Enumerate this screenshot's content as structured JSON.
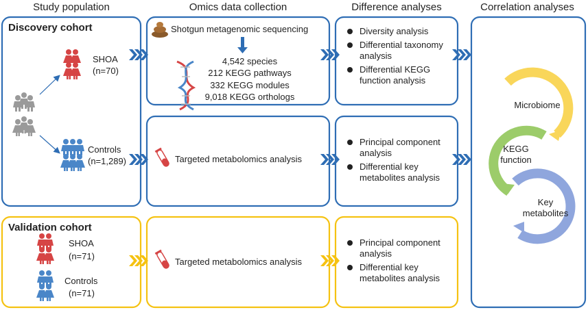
{
  "headers": {
    "study_population": "Study population",
    "omics": "Omics data collection",
    "difference": "Difference analyses",
    "correlation": "Correlation analyses"
  },
  "discovery": {
    "title": "Discovery cohort",
    "shoa_label": "SHOA",
    "shoa_n": "(n=70)",
    "controls_label": "Controls",
    "controls_n": "(n=1,289)"
  },
  "validation": {
    "title": "Validation cohort",
    "shoa_label": "SHOA",
    "shoa_n": "(n=71)",
    "controls_label": "Controls",
    "controls_n": "(n=71)"
  },
  "omics": {
    "shotgun": "Shotgun metagenomic sequencing",
    "species": "4,542 species",
    "pathways": "212 KEGG pathways",
    "modules": "332 KEGG modules",
    "orthologs": "9,018 KEGG orthologs",
    "metabolomics_discovery": "Targeted metabolomics analysis",
    "metabolomics_validation": "Targeted metabolomics analysis"
  },
  "difference": {
    "box1": [
      "Diversity analysis",
      "Differential taxonomy analysis",
      "Differential KEGG function analysis"
    ],
    "box2": [
      "Principal component analysis",
      "Differential key metabolites analysis"
    ],
    "box3": [
      "Principal component analysis",
      "Differential key metabolites analysis"
    ]
  },
  "correlation": {
    "microbiome": "Microbiome",
    "kegg": "KEGG function",
    "metabolites": "Key metabolites"
  },
  "colors": {
    "blue": "#2e6db4",
    "yellow": "#f5c211",
    "shoa_red": "#d64545",
    "controls_blue": "#4a86c8",
    "grey_people": "#9a9a9a",
    "circle_yellow": "#f9d65a",
    "circle_green": "#9ccc6a",
    "circle_purple": "#8fa6dd"
  }
}
